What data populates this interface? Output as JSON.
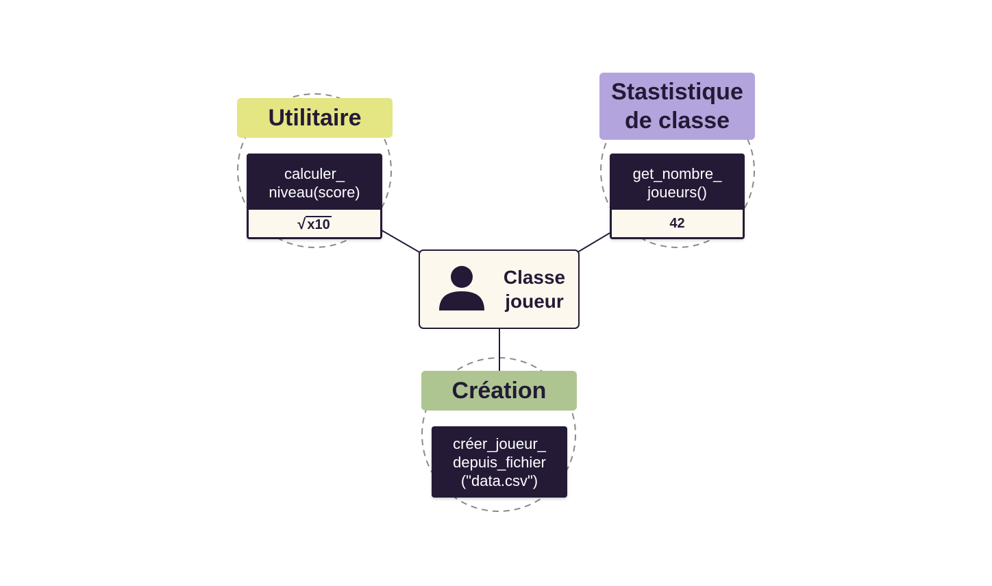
{
  "colors": {
    "ink": "#241a36",
    "card_background": "#fdf8ee",
    "utilitaire": "#e4e583",
    "statistique": "#b4a4dd",
    "creation": "#aec592"
  },
  "center": {
    "label": "Classe\njoueur",
    "icon": "user-icon"
  },
  "utilitaire": {
    "tag": "Utilitaire",
    "method": "calculer_\nniveau(score)",
    "result_sqrt": "√",
    "result": "x10"
  },
  "statistique": {
    "tag": "Stastistique\nde classe",
    "method": "get_nombre_\njoueurs()",
    "result": "42"
  },
  "creation": {
    "tag": "Création",
    "method": "créer_joueur_\ndepuis_fichier\n(\"data.csv\")"
  }
}
